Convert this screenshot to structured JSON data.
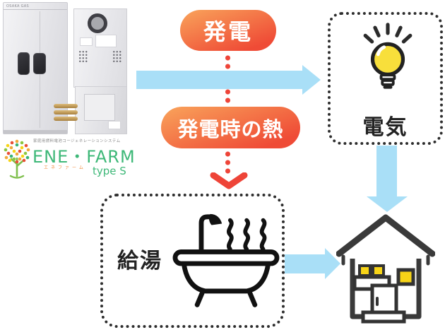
{
  "logo": {
    "tagline": "家庭用燃料電池コージェネレーションシステム",
    "brand": "ENE・FARM",
    "reading": "エネファーム",
    "type_label": "type S"
  },
  "appliances": {
    "maker_label": "OSAKA GAS"
  },
  "flow": {
    "generation_badge": "発電",
    "heat_badge": "発電時の熱",
    "electricity_label": "電気",
    "hot_water_label": "給湯"
  },
  "icons": {
    "electricity": "lightbulb-icon",
    "hot_water": "bathtub-icon",
    "destination": "house-icon",
    "brand": "tree-icon"
  },
  "colors": {
    "arrow_blue": "#A9DFF7",
    "flow_red": "#EE4438",
    "badge_gradient_start": "#F9A45B",
    "badge_gradient_end": "#EF4B36",
    "brand_green": "#3EB878",
    "reading_orange": "#F08A3C",
    "accent_yellow": "#F7D417",
    "outline_dark": "#333333"
  }
}
